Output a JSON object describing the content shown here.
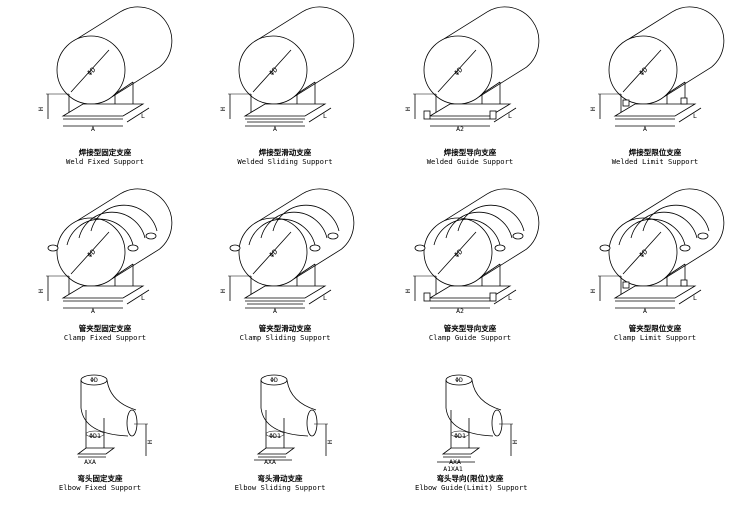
{
  "items": [
    {
      "zh": "焊接型固定支座",
      "en": "Weld Fixed Support",
      "dia": "ΦD",
      "h": "H",
      "a": "A",
      "l": "L"
    },
    {
      "zh": "焊接型滑动支座",
      "en": "Welded Sliding Support",
      "dia": "ΦD",
      "h": "H",
      "a": "A",
      "l": "L"
    },
    {
      "zh": "焊接型导向支座",
      "en": "Welded Guide Support",
      "dia": "ΦD",
      "h": "H",
      "a": "A2",
      "l": "L"
    },
    {
      "zh": "焊接型限位支座",
      "en": "Welded Limit Support",
      "dia": "ΦD",
      "h": "H",
      "a": "A",
      "l": "L"
    },
    {
      "zh": "管夹型固定支座",
      "en": "Clamp Fixed Support",
      "dia": "ΦD",
      "h": "H",
      "a": "A",
      "l": "L"
    },
    {
      "zh": "管夹型滑动支座",
      "en": "Clamp Sliding Support",
      "dia": "ΦD",
      "h": "H",
      "a": "A",
      "l": "L"
    },
    {
      "zh": "管夹型导向支座",
      "en": "Clamp Guide Support",
      "dia": "ΦD",
      "h": "H",
      "a": "A2",
      "l": "L"
    },
    {
      "zh": "管夹型限位支座",
      "en": "Clamp Limit Support",
      "dia": "ΦD",
      "h": "H",
      "a": "A",
      "l": "L"
    },
    {
      "zh": "弯头固定支座",
      "en": "Elbow Fixed Support",
      "dia": "ΦD",
      "dia1": "ΦD1",
      "h": "H",
      "a": "AXA"
    },
    {
      "zh": "弯头滑动支座",
      "en": "Elbow Sliding Support",
      "dia": "ΦD",
      "dia1": "ΦD1",
      "h": "H",
      "a": "AXA"
    },
    {
      "zh": "弯头导向(限位)支座",
      "en": "Elbow Guide(Limit) Support",
      "dia": "ΦD",
      "dia1": "ΦD1",
      "h": "H",
      "a": "AXA",
      "a2": "A1XA1"
    }
  ]
}
